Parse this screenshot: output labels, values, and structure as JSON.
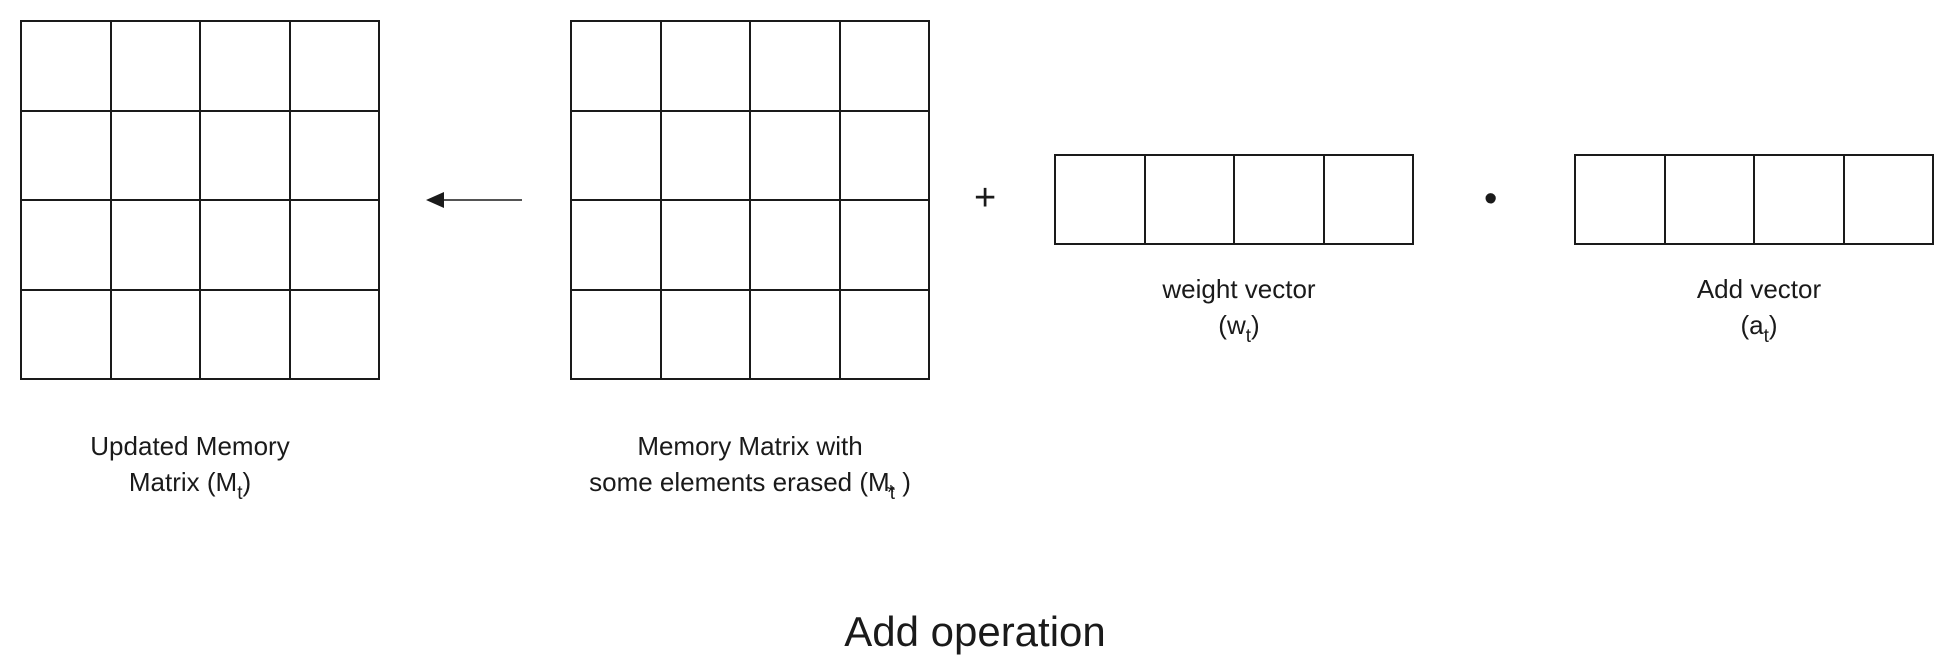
{
  "updated_matrix": {
    "label_line1": "Updated Memory",
    "label_line2_prefix": "Matrix (M",
    "label_sub": "t",
    "label_suffix": ")"
  },
  "erased_matrix": {
    "label_line1": "Memory Matrix with",
    "label_line2_prefix": "some elements erased (M",
    "label_sup": "*",
    "label_sub": "t",
    "label_suffix": " )"
  },
  "operators": {
    "plus": "+",
    "dot": "•"
  },
  "weight_vector": {
    "label": "weight vector",
    "sym_prefix": "(w",
    "sym_sub": "t",
    "sym_suffix": ")"
  },
  "add_vector": {
    "label": "Add vector",
    "sym_prefix": "(a",
    "sym_sub": "t",
    "sym_suffix": ")"
  },
  "title": "Add operation"
}
